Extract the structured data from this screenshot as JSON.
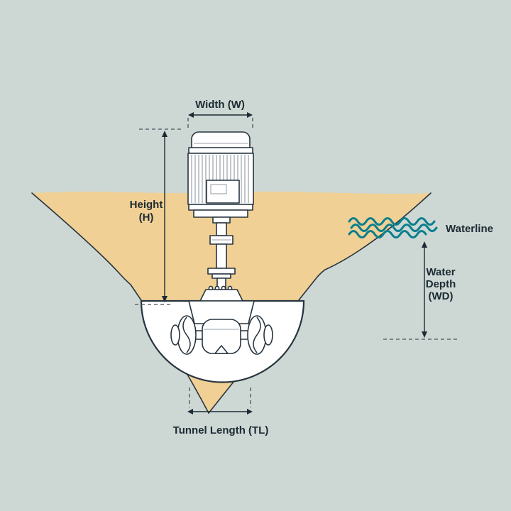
{
  "labels": {
    "width": "Width (W)",
    "height_line1": "Height",
    "height_line2": "(H)",
    "waterline": "Waterline",
    "water_depth_line1": "Water",
    "water_depth_line2": "Depth",
    "water_depth_line3": "(WD)",
    "tunnel_length": "Tunnel Length (TL)"
  },
  "colors": {
    "background": "#cdd8d4",
    "hull_fill": "#f0d094",
    "outline": "#27343f",
    "waterline_stroke": "#0b7f8e",
    "text": "#1c2a33"
  }
}
